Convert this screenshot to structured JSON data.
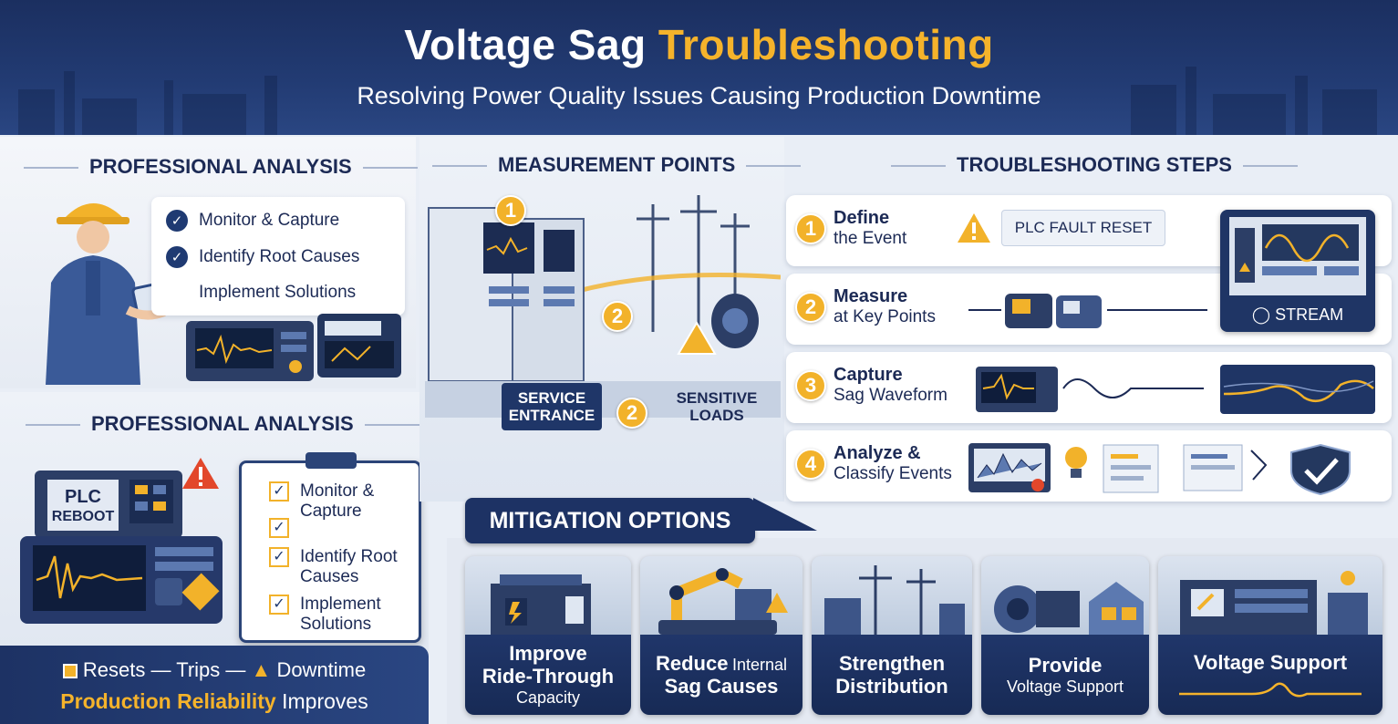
{
  "header": {
    "title_part1": "Voltage Sag",
    "title_part2": "Troubleshooting",
    "subtitle": "Resolving Power Quality Issues Causing Production Downtime"
  },
  "left_top": {
    "heading": "PROFESSIONAL ANALYSIS",
    "items": [
      "Monitor & Capture",
      "Identify Root Causes",
      "Implement Solutions"
    ]
  },
  "left_bottom": {
    "heading": "PROFESSIONAL ANALYSIS",
    "plc_line1": "PLC",
    "plc_line2": "REBOOT",
    "items": [
      {
        "line1": "Monitor &",
        "line2": "Capture"
      },
      {
        "line1": "Identify Root",
        "line2": "Causes"
      },
      {
        "line1": "Implement",
        "line2": "Solutions"
      }
    ],
    "footer_resets": "Resets",
    "footer_sep1": "—",
    "footer_trips": "Trips",
    "footer_sep2": "—",
    "footer_downtime": "Downtime",
    "footer_reliability": "Production Reliability",
    "footer_improves": "Improves"
  },
  "measurement": {
    "heading": "MEASUREMENT POINTS",
    "marker1": "1",
    "marker2a": "2",
    "marker2b": "2",
    "service_l1": "SERVICE",
    "service_l2": "ENTRANCE",
    "sensitive_l1": "SENSITIVE",
    "sensitive_l2": "LOADS"
  },
  "steps": {
    "heading": "TROUBLESHOOTING STEPS",
    "items": [
      {
        "n": "1",
        "bold": "Define",
        "rest": "the Event"
      },
      {
        "n": "2",
        "bold": "Measure",
        "rest": "at Key Points"
      },
      {
        "n": "3",
        "bold": "Capture",
        "rest": "Sag Waveform"
      },
      {
        "n": "4",
        "bold": "Analyze &",
        "rest": "Classify Events"
      }
    ],
    "plc_fault": "PLC FAULT RESET",
    "stream": "STREAM"
  },
  "mitigation": {
    "banner": "MITIGATION OPTIONS",
    "cards": [
      {
        "bold": "Improve",
        "bold2": "Ride-Through",
        "small": "Capacity"
      },
      {
        "bold": "Reduce",
        "small_inline": "Internal",
        "bold2": "Sag Causes"
      },
      {
        "bold": "Strengthen",
        "bold2": "Distribution"
      },
      {
        "bold": "Provide",
        "small": "Voltage Support"
      },
      {
        "bold": "Voltage Support"
      }
    ]
  },
  "colors": {
    "navy": "#1d3264",
    "accent": "#f5b32b"
  }
}
